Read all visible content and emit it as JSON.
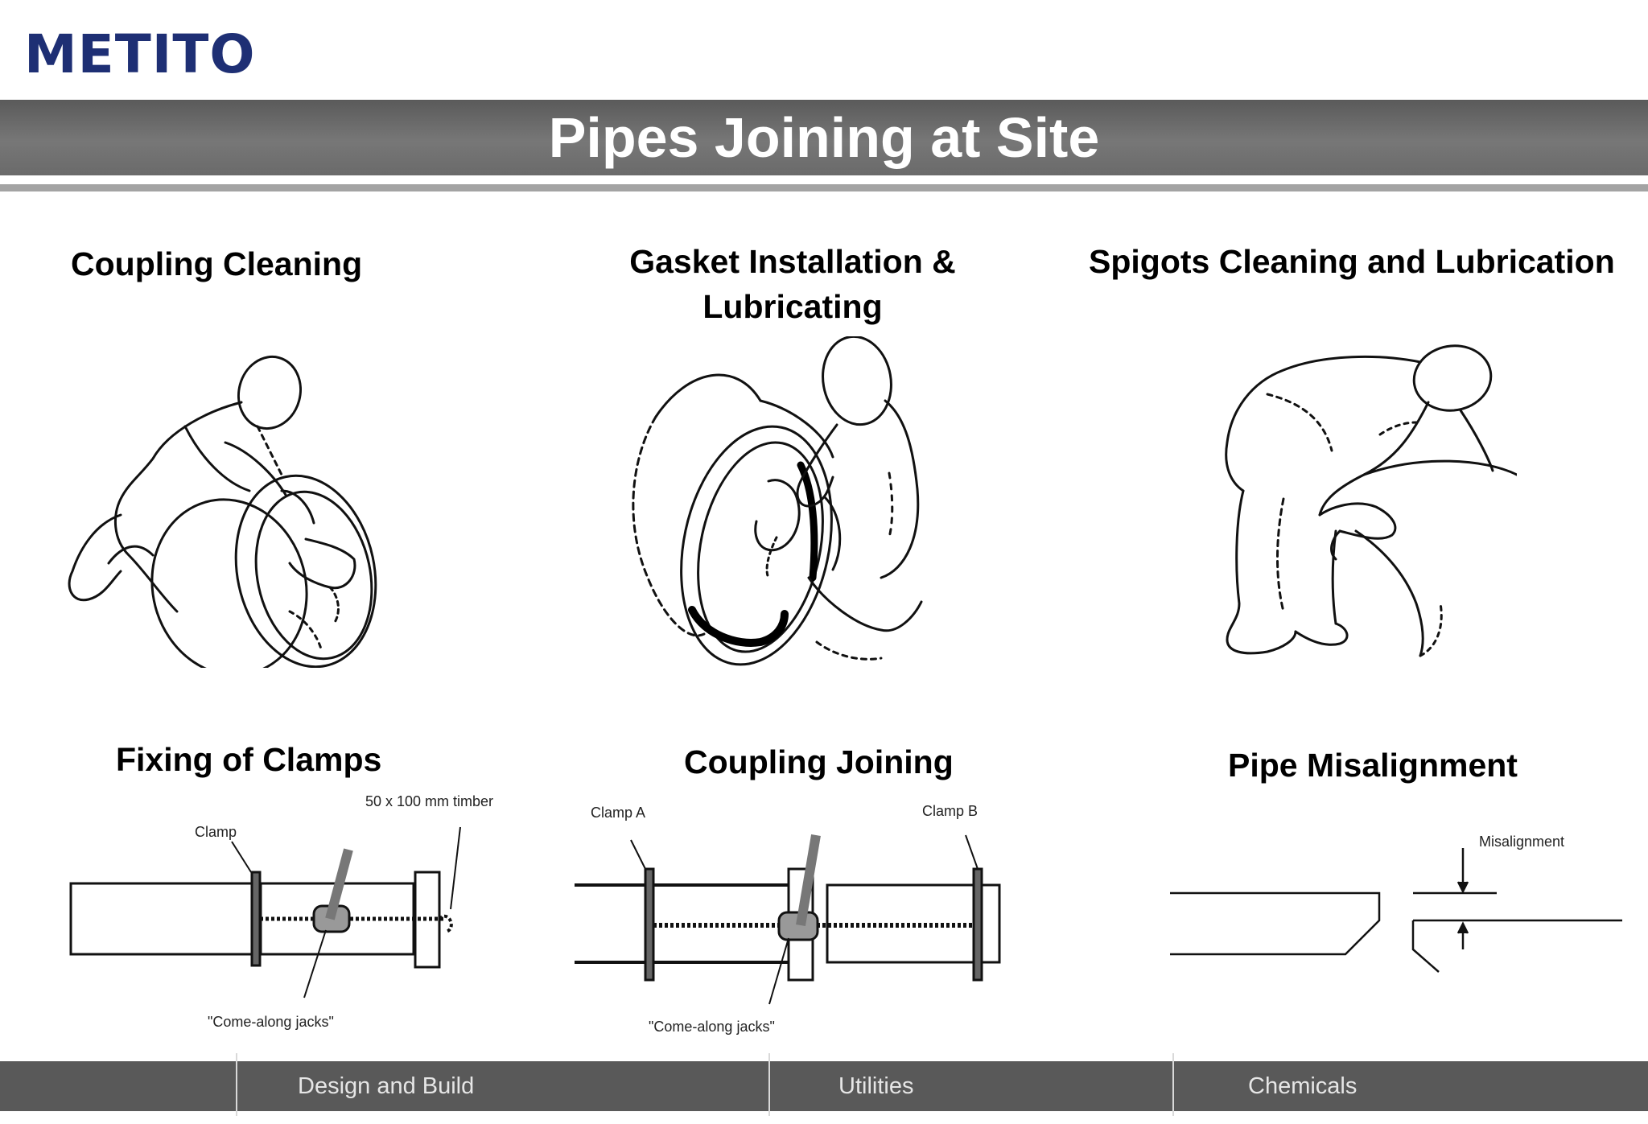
{
  "logo": {
    "text": "METITO"
  },
  "title": "Pipes Joining at Site",
  "panels": {
    "coupling_cleaning": "Coupling Cleaning",
    "gasket": {
      "line1": "Gasket Installation &",
      "line2": "Lubricating"
    },
    "spigots": "Spigots Cleaning and Lubrication",
    "fixing_clamps": "Fixing of Clamps",
    "coupling_joining": "Coupling Joining",
    "pipe_misalignment": "Pipe Misalignment"
  },
  "labels": {
    "timber": "50 x 100 mm timber",
    "clamp": "Clamp",
    "come_along_1": "\"Come-along jacks\"",
    "clamp_a": "Clamp A",
    "clamp_b": "Clamp B",
    "come_along_2": "\"Come-along jacks\"",
    "misalignment": "Misalignment"
  },
  "footer": {
    "items": [
      "Design and Build",
      "Utilities",
      "Chemicals"
    ]
  }
}
